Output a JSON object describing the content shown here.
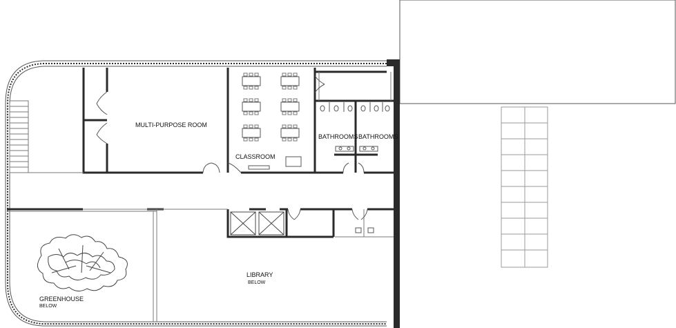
{
  "rooms": {
    "multipurpose": "MULTI-PURPOSE ROOM",
    "classroom": "CLASSROOM",
    "bathrooms_left": "BATHROOMS",
    "bathrooms_right": "BATHROOMS",
    "library_line1": "LIBRARY",
    "library_line2": "BELOW",
    "greenhouse_line1": "GREENHOUSE",
    "greenhouse_line2": "BELOW"
  },
  "colors": {
    "wall": "#2a2a2a",
    "thin_line": "#555555",
    "light_line": "#9a9a9a",
    "background": "#ffffff"
  },
  "icons": {
    "tree": "tree-icon",
    "stairs": "stairs-icon",
    "toilet": "toilet-icon",
    "sink": "sink-icon",
    "elevator": "elevator-icon",
    "door": "door-swing-icon",
    "table": "table-icon"
  }
}
